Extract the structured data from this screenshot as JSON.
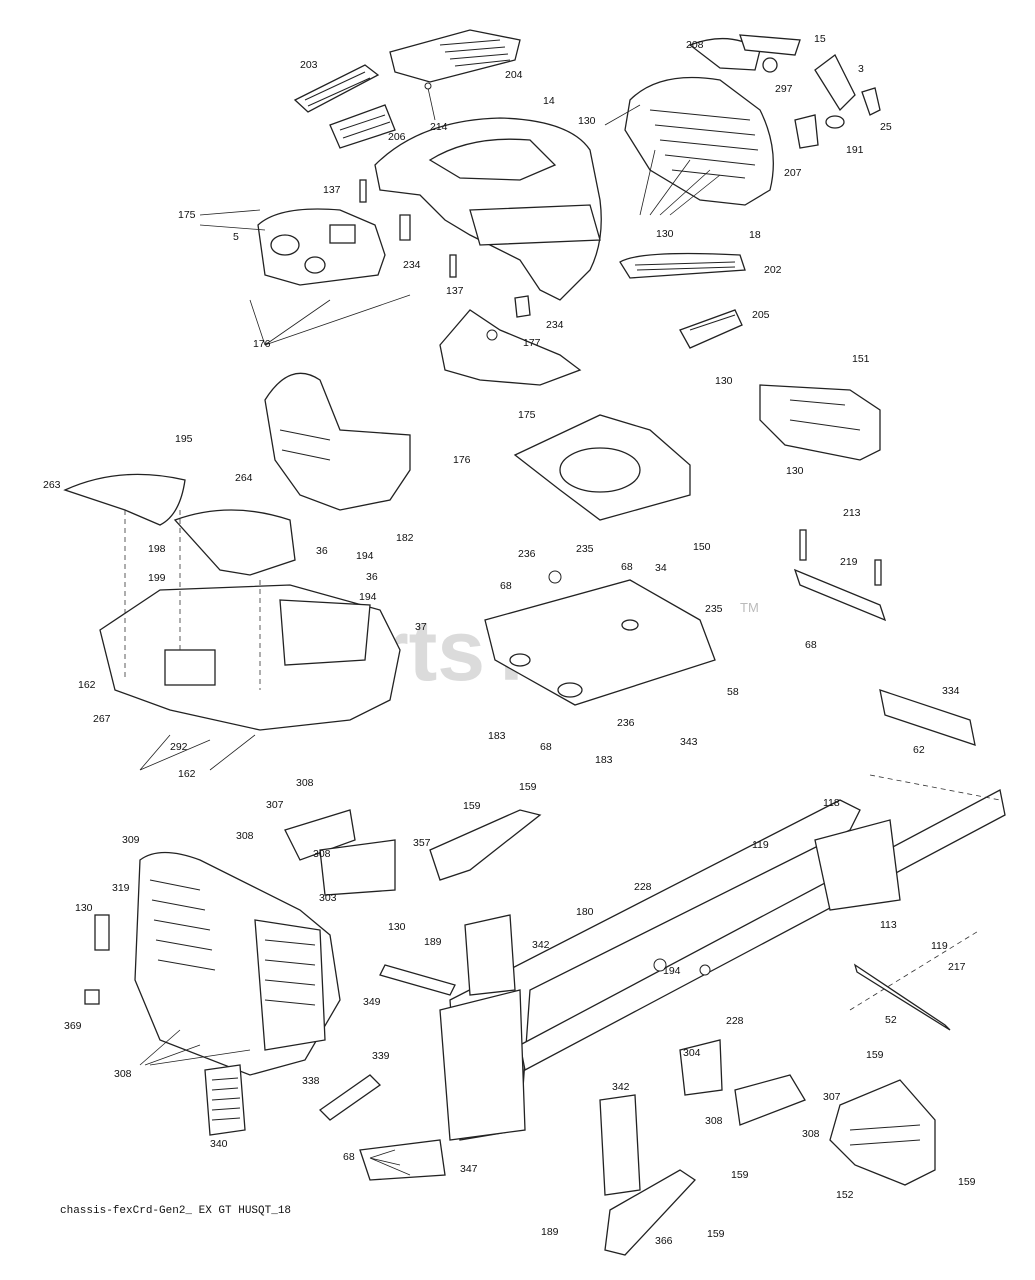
{
  "watermark": "PartsTree",
  "trademark": "TM",
  "footer_code": "chassis-fexCrd-Gen2_ EX GT HUSQT_18",
  "callouts": [
    "15",
    "203",
    "208",
    "204",
    "3",
    "297",
    "214",
    "14",
    "130",
    "25",
    "206",
    "191",
    "207",
    "137",
    "175",
    "5",
    "18",
    "234",
    "130",
    "202",
    "137",
    "234",
    "177",
    "205",
    "176",
    "151",
    "130",
    "175",
    "195",
    "130",
    "176",
    "263",
    "264",
    "182",
    "150",
    "213",
    "198",
    "236",
    "235",
    "68",
    "194",
    "36",
    "219",
    "34",
    "199",
    "36",
    "194",
    "68",
    "235",
    "37",
    "68",
    "162",
    "58",
    "334",
    "267",
    "292",
    "183",
    "236",
    "343",
    "68",
    "183",
    "62",
    "162",
    "308",
    "159",
    "307",
    "159",
    "118",
    "308",
    "357",
    "309",
    "308",
    "303",
    "119",
    "319",
    "228",
    "130",
    "180",
    "113",
    "130",
    "189",
    "342",
    "119",
    "194",
    "217",
    "369",
    "349",
    "228",
    "52",
    "308",
    "304",
    "159",
    "339",
    "338",
    "342",
    "307",
    "308",
    "308",
    "340",
    "68",
    "347",
    "159",
    "152",
    "159",
    "189",
    "366",
    "159"
  ]
}
